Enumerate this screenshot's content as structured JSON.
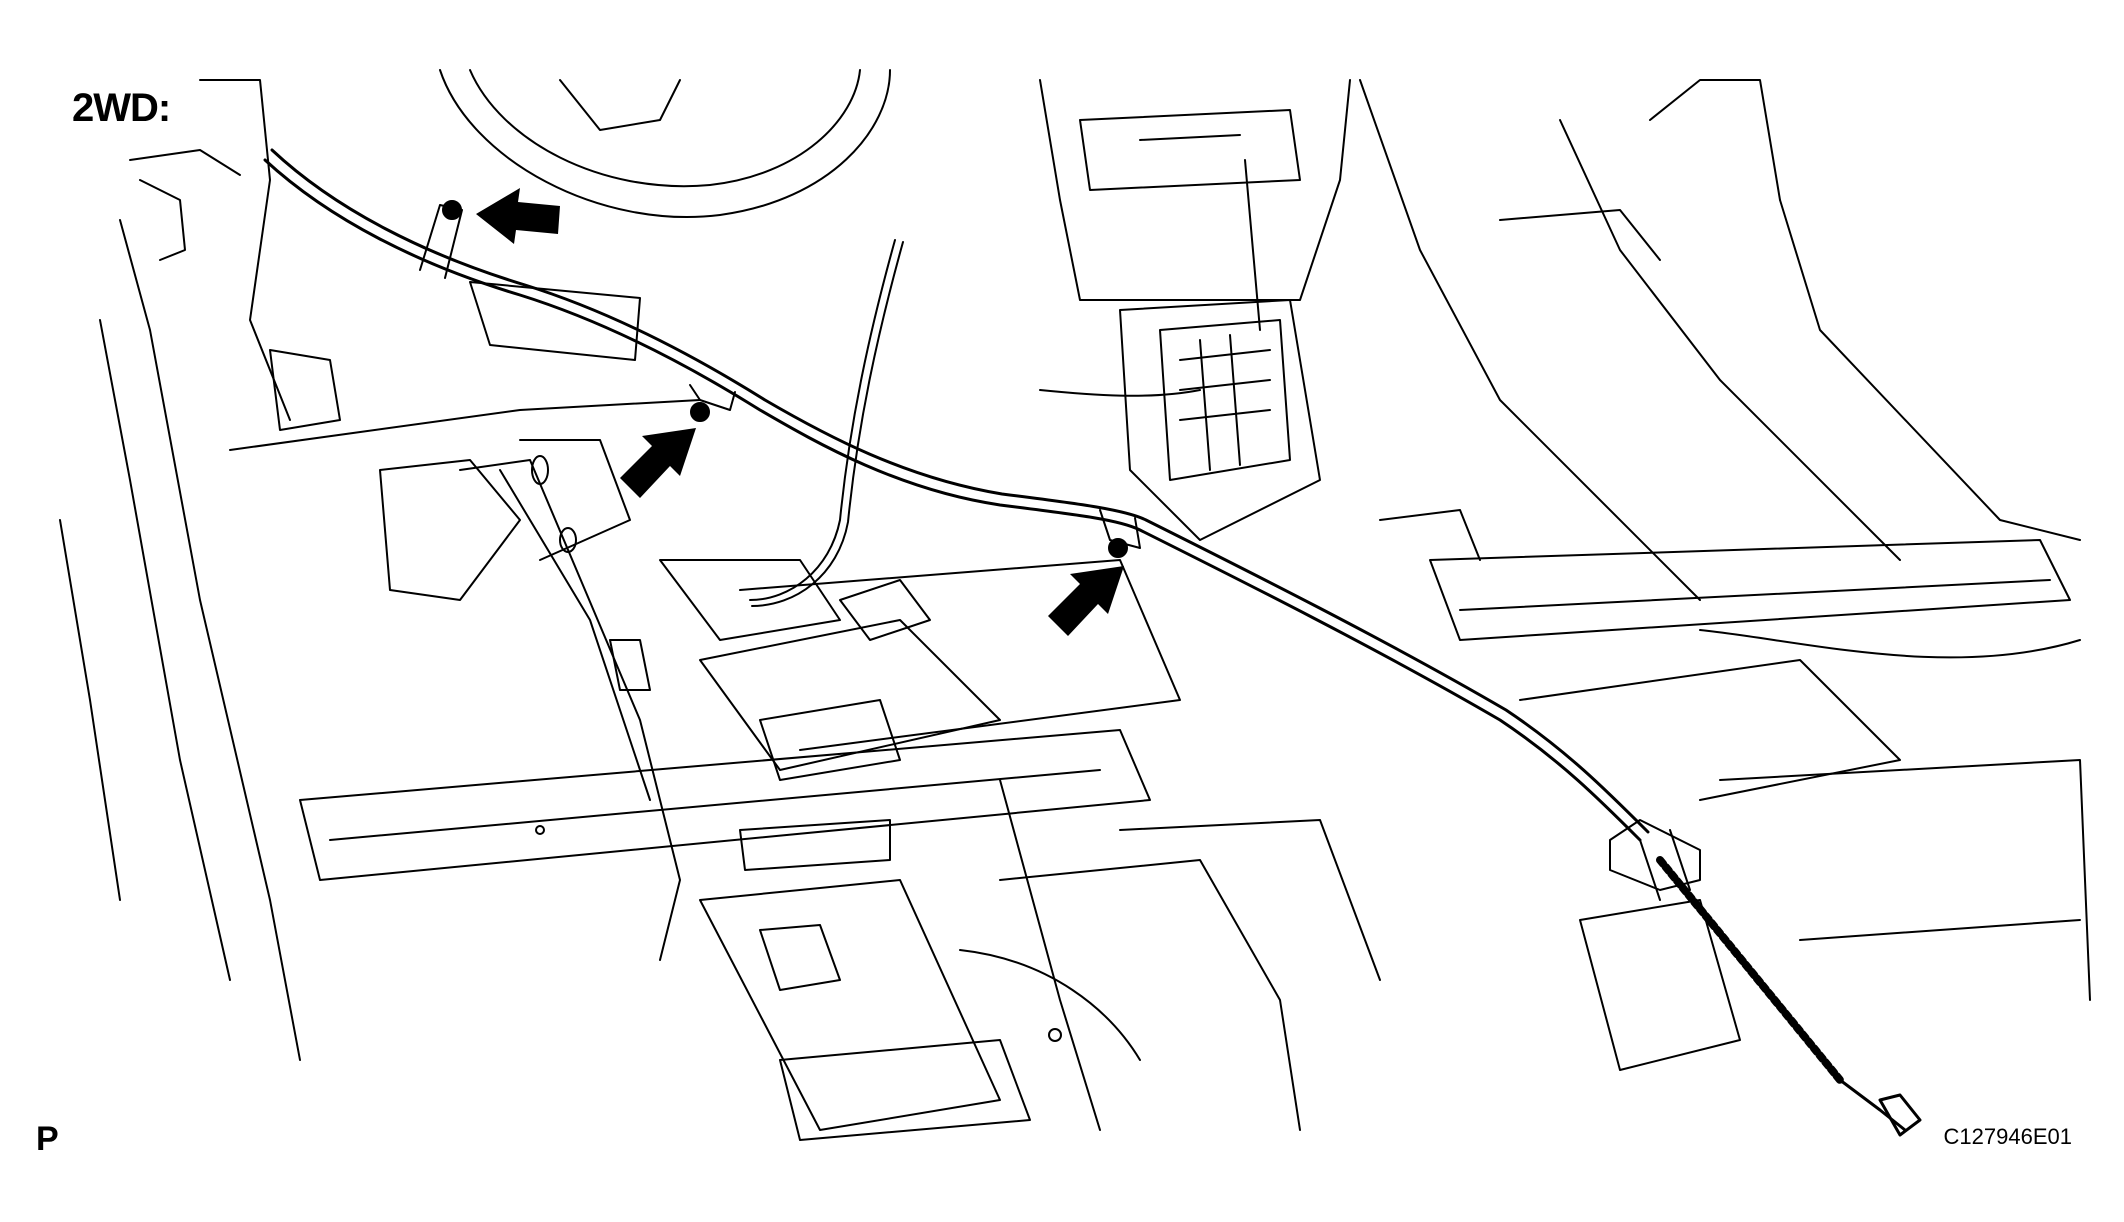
{
  "labels": {
    "variant": "2WD:",
    "corner_mark": "P",
    "figure_id": "C127946E01"
  },
  "colors": {
    "line": "#000000",
    "background": "#ffffff"
  },
  "callouts": [
    {
      "name": "arrow-clamp-upper",
      "points_to": "bolt on upper cable clamp"
    },
    {
      "name": "arrow-clamp-middle",
      "points_to": "bolt on middle cable clamp"
    },
    {
      "name": "arrow-clamp-lower",
      "points_to": "bolt on lower cable clamp"
    }
  ],
  "icons": [
    "arrow-icon",
    "bolt-icon",
    "cable-clamp-icon",
    "parking-brake-cable-icon"
  ]
}
